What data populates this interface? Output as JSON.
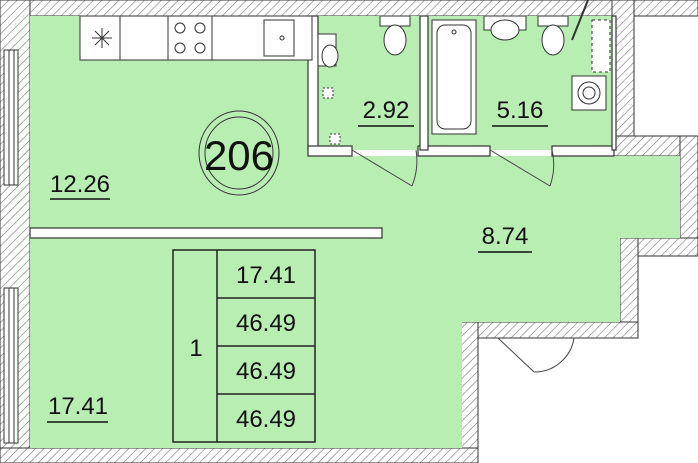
{
  "apartment": {
    "number": "206"
  },
  "rooms": {
    "kitchen_area": "12.26",
    "bedroom_area": "17.41",
    "hall_area": "8.74",
    "toilet_area": "2.92",
    "bathroom_area": "5.16"
  },
  "summary_table": {
    "room_count": "1",
    "living_area": "17.41",
    "total_area_1": "46.49",
    "total_area_2": "46.49",
    "total_area_3": "46.49"
  },
  "colors": {
    "floor": "#b9eeb3",
    "wall_line": "#2a2a2a",
    "hatch": "#6a6a6a"
  }
}
